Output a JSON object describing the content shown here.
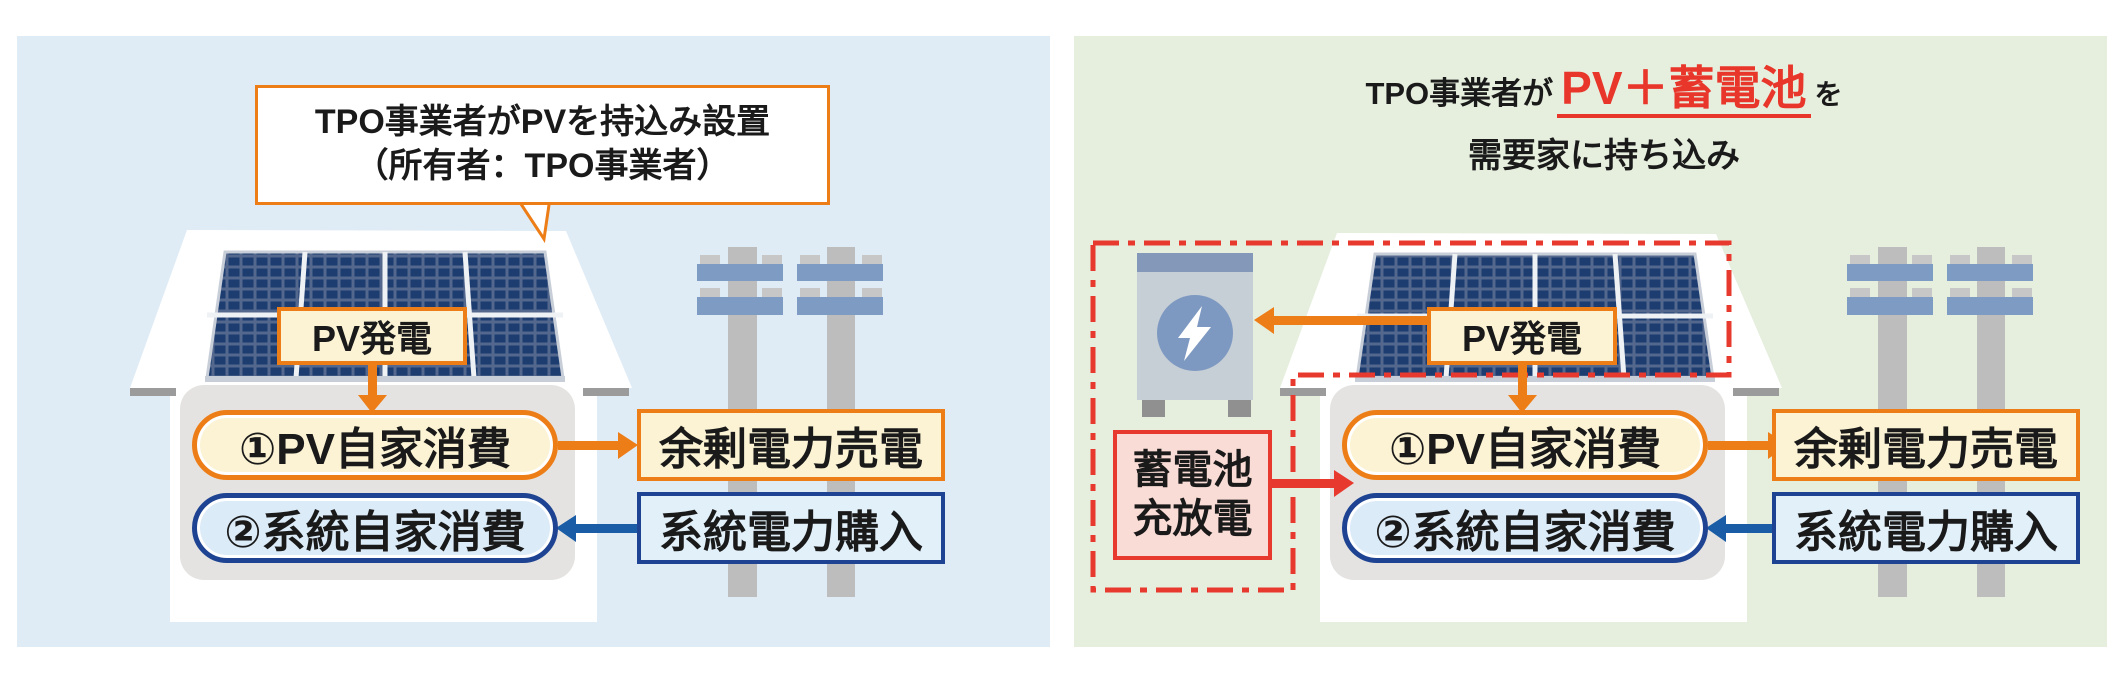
{
  "panels": {
    "left": {
      "callout_line1": "TPO事業者がPVを持込み設置",
      "callout_line2": "（所有者：TPO事業者）",
      "pv_generation_label": "PV発電",
      "flow1_label": "①PV自家消費",
      "flow2_label": "②系統自家消費",
      "surplus_sell_label": "余剰電力売電",
      "grid_buy_label": "系統電力購入"
    },
    "right": {
      "title_prefix": "TPO事業者が",
      "title_highlight": "PV＋蓄電池",
      "title_suffix": "を",
      "title_line2": "需要家に持ち込み",
      "battery_label_line1": "蓄電池",
      "battery_label_line2": "充放電",
      "pv_generation_label": "PV発電",
      "flow1_label": "①PV自家消費",
      "flow2_label": "②系統自家消費",
      "surplus_sell_label": "余剰電力売電",
      "grid_buy_label": "系統電力購入"
    }
  },
  "icons": {
    "battery_bolt": "lightning-bolt",
    "solar_panel": "pv-array",
    "utility_pole": "power-pole"
  },
  "colors": {
    "panel_left_bg": "#DFECF6",
    "panel_right_bg": "#E6EFDE",
    "orange": "#ED7D17",
    "navy": "#1E4392",
    "blue_arrow": "#1A5CA6",
    "red": "#E8392E",
    "red_title": "#E8362B",
    "cream_fill": "#FBF3D4",
    "light_blue_fill": "#DCEBF8",
    "pink_fill": "#FADCD6",
    "gray_panel": "#E4E3E1",
    "pole_gray": "#BDBDBD",
    "crossarm_blue_gray": "#7E9CC3",
    "solar_cell_navy": "#1D3D71"
  }
}
